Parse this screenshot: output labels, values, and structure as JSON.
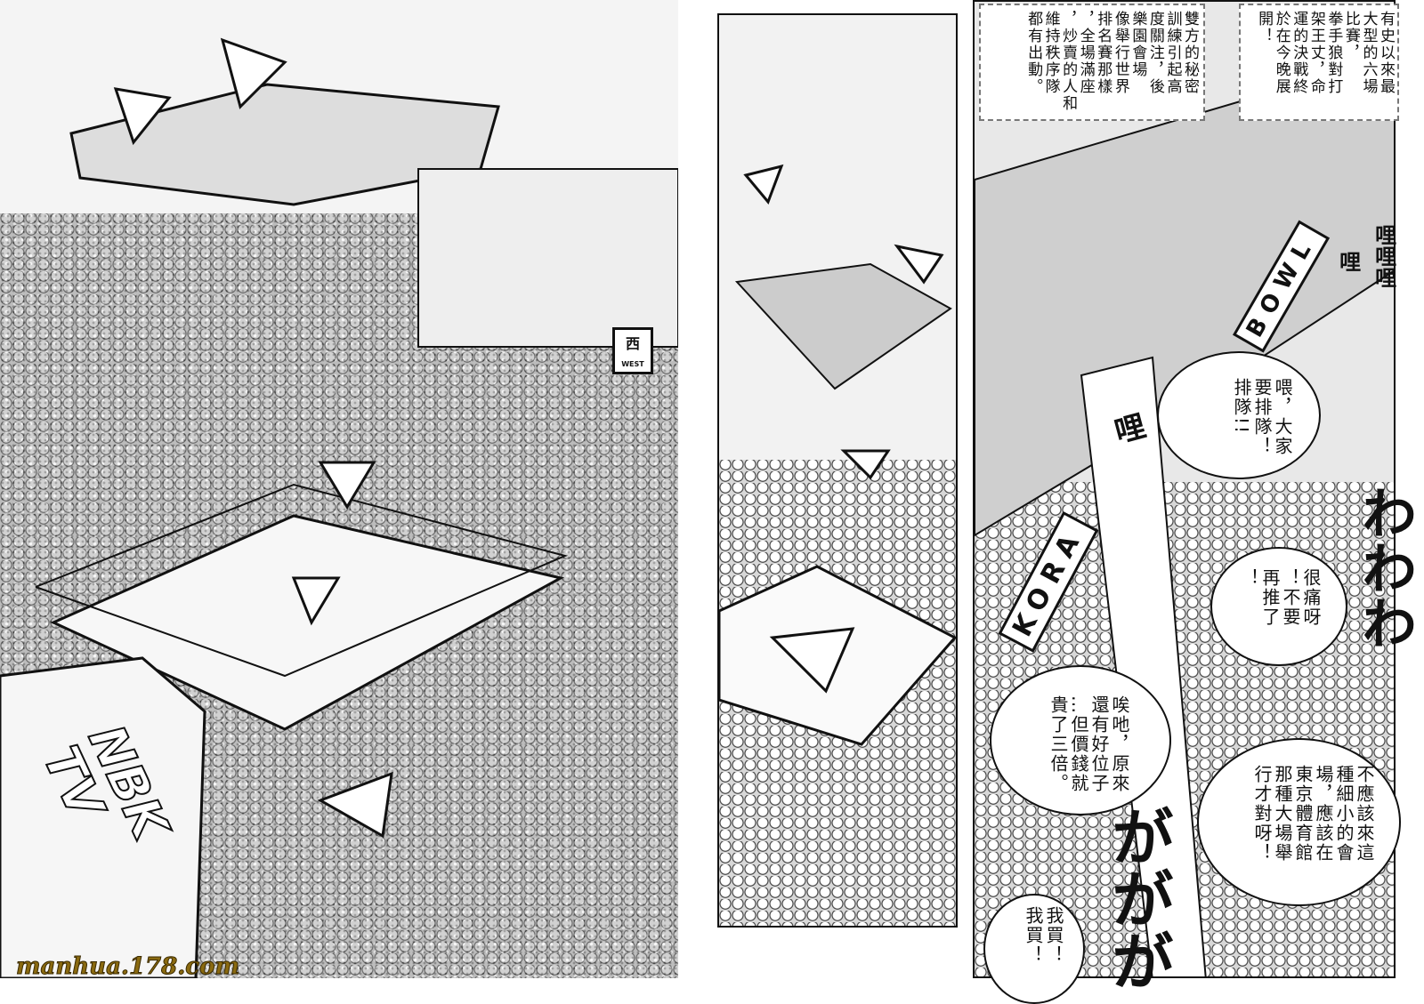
{
  "left_page": {
    "truck_logo": "NBK TV",
    "stand_sign": "西",
    "stand_sign_sub": "WEST",
    "watermark": "manhua.178.com"
  },
  "right_page": {
    "narration": [
      {
        "lines": [
          "有史以來最",
          "大型的六場",
          "比賽，",
          "拳手狼對打",
          "架王丈，命",
          "運的決戰終",
          "於在今晚展",
          "開！"
        ]
      },
      {
        "lines": [
          "雙方的秘密",
          "訓練引起高",
          "度關注，後",
          "樂園會場",
          "像舉行世界",
          "排名賽那樣",
          "，全場滿座",
          "，炒賣的人和",
          "維持秩序隊",
          "都有出動。"
        ]
      }
    ],
    "signs": {
      "bowling": "BOWL",
      "korakuen": "KORA"
    },
    "sfx": {
      "beep_small": "哩",
      "beep_triple": "哩哩哩",
      "beep_pair": "哩",
      "crowd_noise": "ががが",
      "crowd_roar": "わわわ"
    },
    "bubbles": [
      {
        "lines": [
          "喂，大家",
          "要排隊！",
          "排隊!!"
        ]
      },
      {
        "lines": [
          "很痛呀",
          "！不要",
          "再推了",
          "！"
        ]
      },
      {
        "lines": [
          "唉吔，原來",
          "還有好位子",
          "…但價錢就",
          "貴了三倍。"
        ]
      },
      {
        "lines": [
          "不應該來這",
          "種細小的會",
          "場，應該在",
          "東京體育館",
          "那種大場舉",
          "行才對呀！"
        ]
      },
      {
        "lines": [
          "我買！",
          "我買！"
        ]
      }
    ]
  }
}
